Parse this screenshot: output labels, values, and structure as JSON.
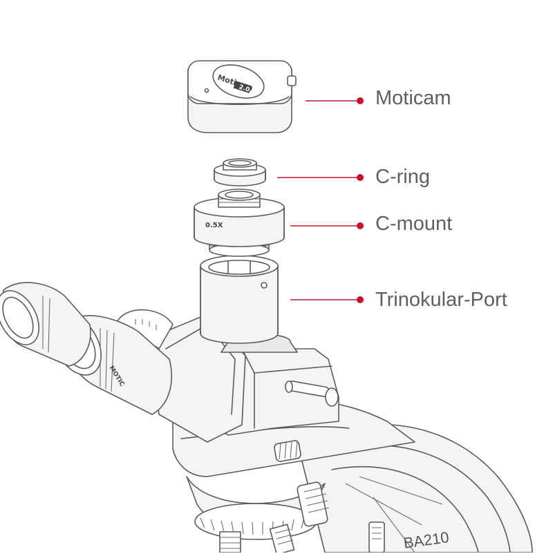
{
  "labels": {
    "moticam": "Moticam",
    "c_ring": "C-ring",
    "c_mount": "C-mount",
    "trinocular_port": "Trinokular-Port"
  },
  "device_text": {
    "camera_brand": "Moticam",
    "camera_model": "2.0",
    "eyepiece_brand": "MOTIC",
    "magnification": "0.5X",
    "microscope_model": "BA210"
  },
  "colors": {
    "accent": "#c8102e",
    "label_text": "#5f5f5f",
    "line_art": "#5a5a5a"
  }
}
